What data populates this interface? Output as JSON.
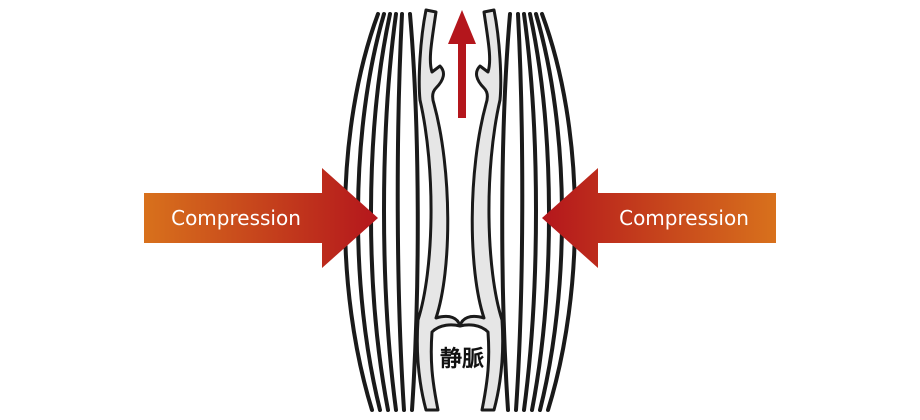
{
  "diagram": {
    "left_arrow": {
      "label": "Compression"
    },
    "right_arrow": {
      "label": "Compression"
    },
    "vein_label": "静脈",
    "colors": {
      "arrow_orange": "#d8711c",
      "arrow_red": "#b4161c",
      "muscle_line": "#1a1a1a",
      "vein_fill": "#e6e6e6",
      "vein_outline": "#1a1a1a",
      "flow_arrow": "#b4161c"
    }
  }
}
